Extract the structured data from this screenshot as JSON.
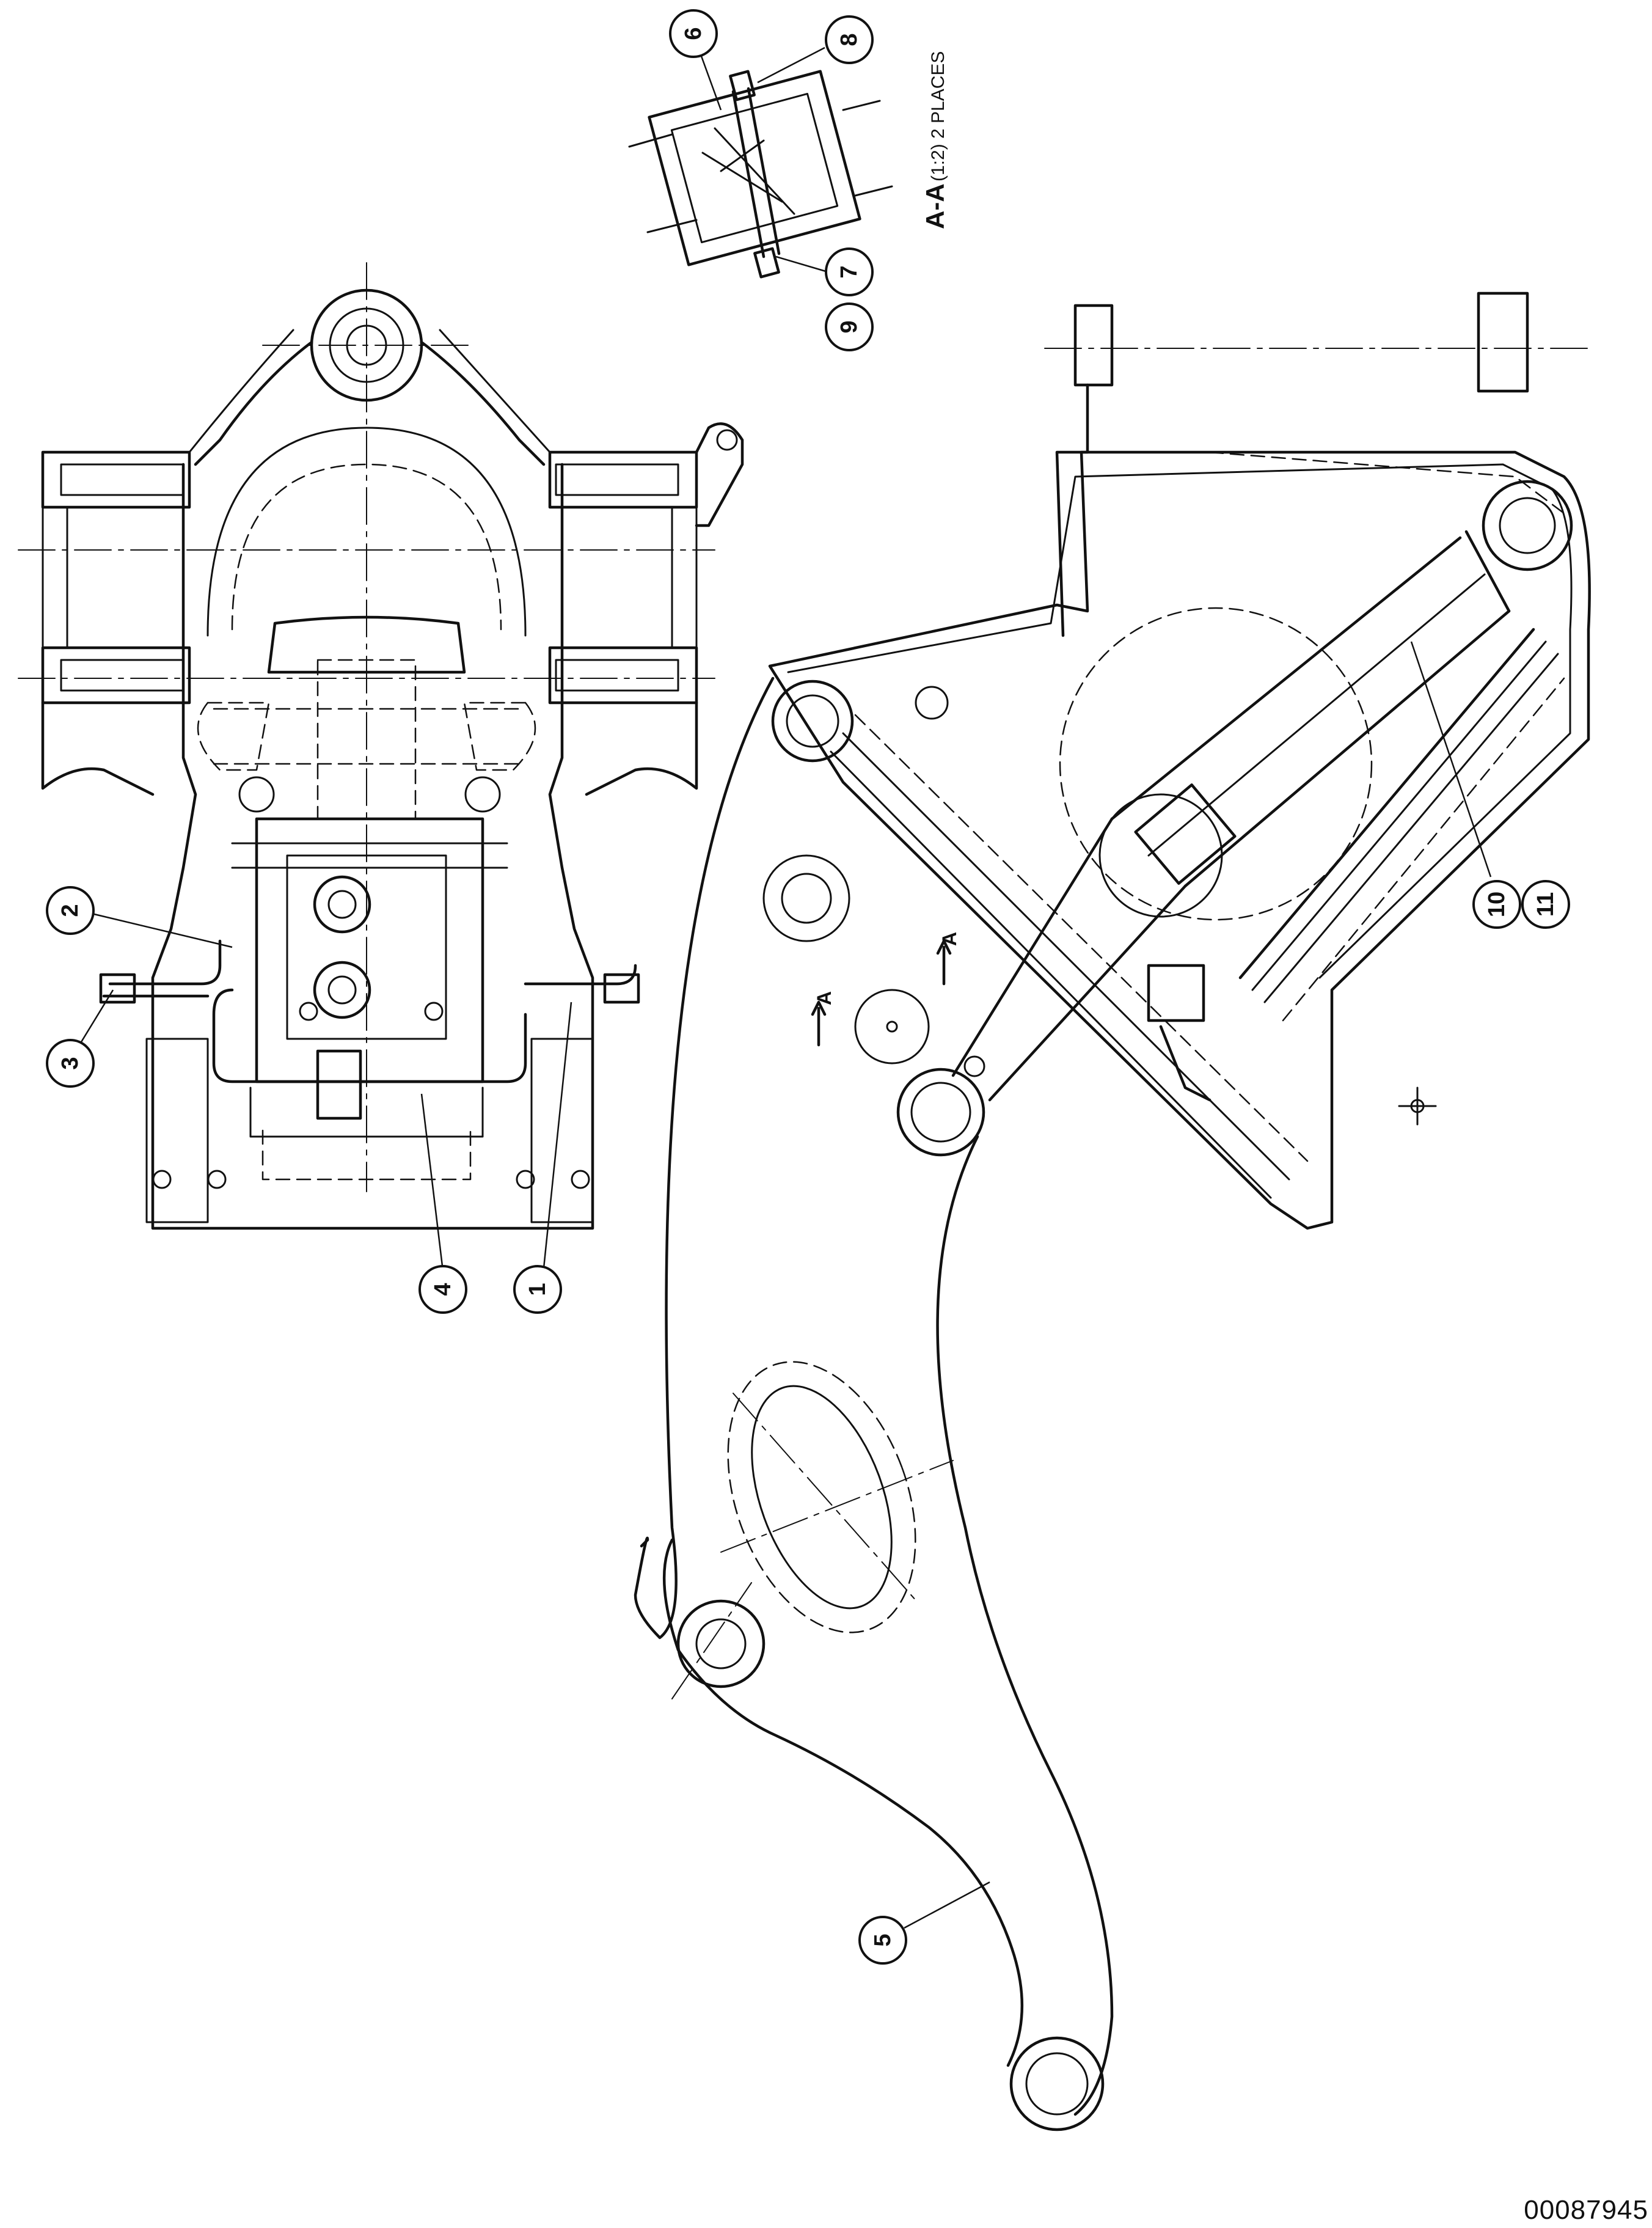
{
  "drawing": {
    "section_label": "A-A",
    "section_scale": "(1:2) 2 PLACES",
    "section_marker": "A",
    "document_number": "00087945",
    "callouts": [
      "1",
      "2",
      "3",
      "4",
      "5",
      "6",
      "7",
      "8",
      "9",
      "10",
      "11"
    ]
  }
}
